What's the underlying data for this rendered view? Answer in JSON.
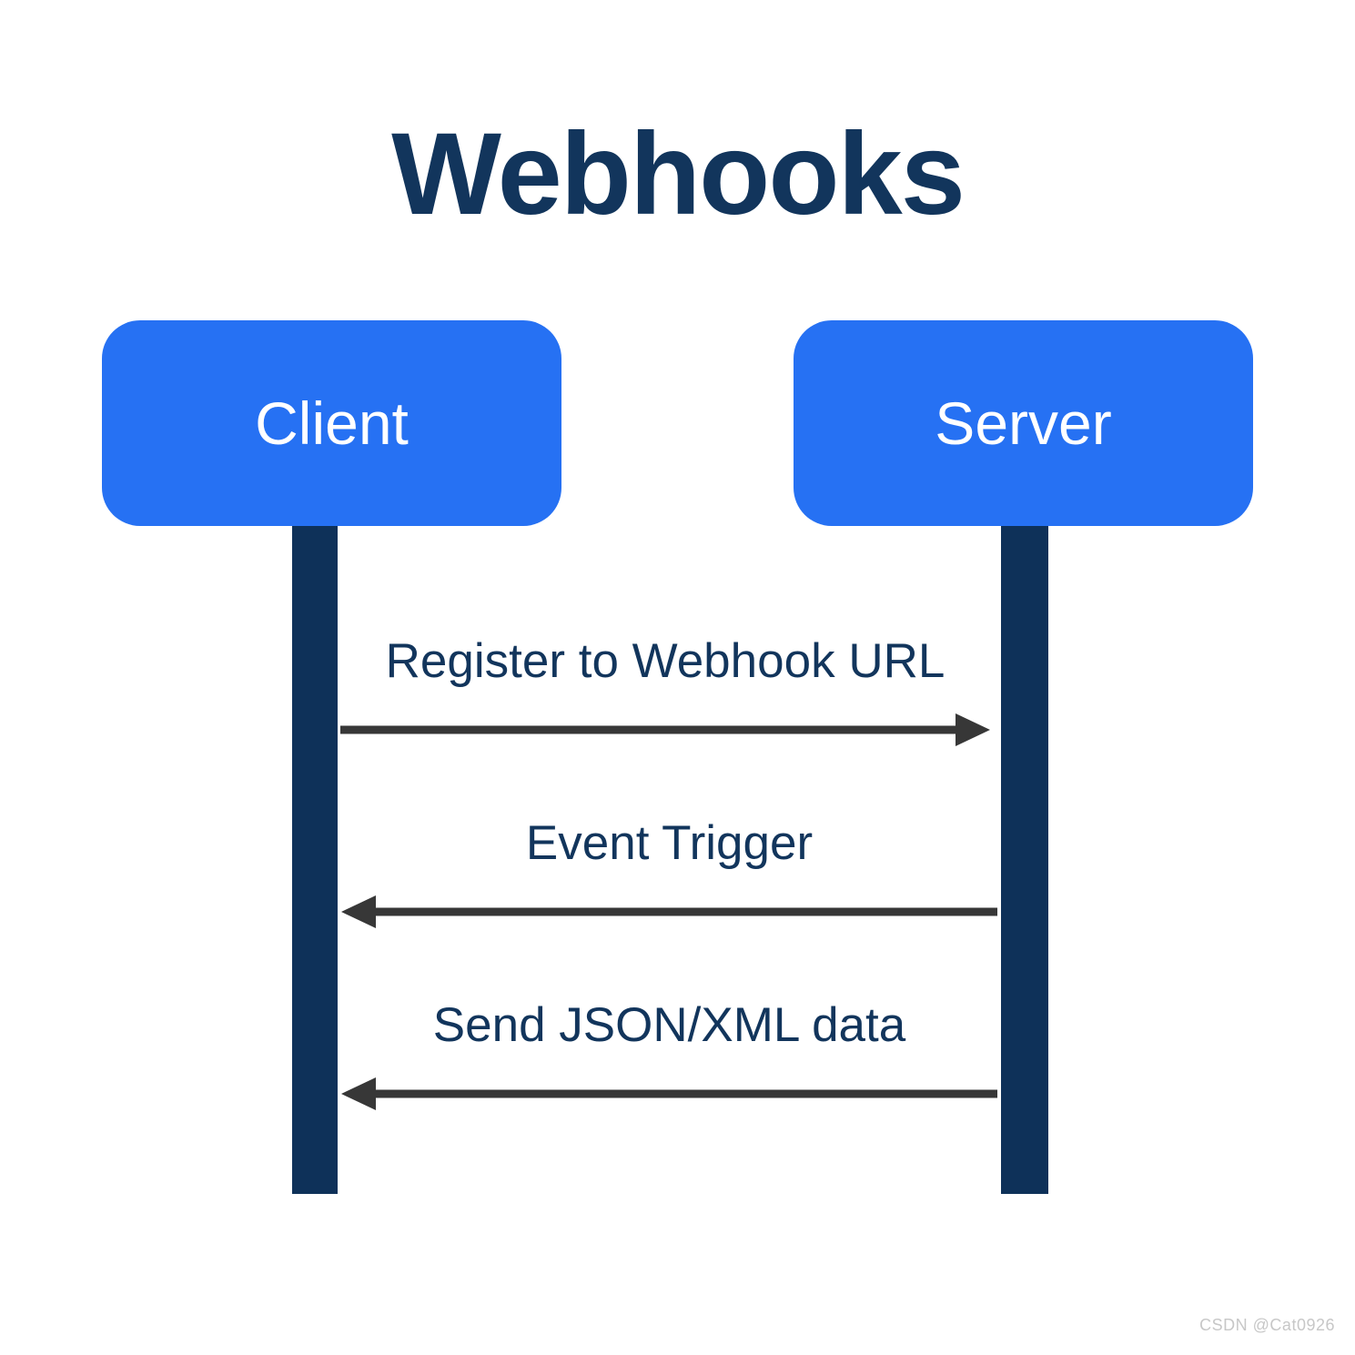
{
  "diagram": {
    "title": "Webhooks",
    "type": "sequence-diagram",
    "background_color": "#ffffff",
    "title_color": "#12355c",
    "participant_color": "#2671f3",
    "lifeline_color": "#0e3159",
    "arrow_color": "#373737",
    "label_color": "#12355c",
    "participants": [
      {
        "id": "client",
        "label": "Client"
      },
      {
        "id": "server",
        "label": "Server"
      }
    ],
    "messages": [
      {
        "id": "register",
        "label": "Register to Webhook URL",
        "from": "Client",
        "to": "Server",
        "direction": "right"
      },
      {
        "id": "event",
        "label": "Event Trigger",
        "from": "Server",
        "to": "Client",
        "direction": "left"
      },
      {
        "id": "senddata",
        "label": "Send JSON/XML data",
        "from": "Server",
        "to": "Client",
        "direction": "left"
      }
    ]
  },
  "watermark": {
    "text": "CSDN @Cat0926"
  }
}
